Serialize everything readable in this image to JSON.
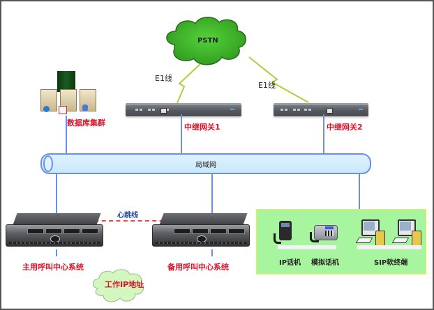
{
  "diagram": {
    "title": "呼叫中心网络拓扑",
    "nodes": {
      "pstn": {
        "label": "PSTN",
        "icon": "cloud-icon",
        "color": "#3db82a"
      },
      "database_cluster": {
        "label": "数据库集群",
        "icon": "server-cluster-icon"
      },
      "trunk_gateway_1": {
        "label": "中继网关1",
        "icon": "gateway-icon"
      },
      "trunk_gateway_2": {
        "label": "中继网关2",
        "icon": "gateway-icon"
      },
      "lan": {
        "label": "局域网",
        "icon": "network-pipe-icon"
      },
      "primary_call_center": {
        "label": "主用呼叫中心系统",
        "icon": "rack-server-icon"
      },
      "backup_call_center": {
        "label": "备用呼叫中心系统",
        "icon": "rack-server-icon"
      },
      "work_ip": {
        "label": "工作IP地址",
        "icon": "cloud-icon",
        "color": "#d4f7c0"
      },
      "terminals": {
        "ip_phone": {
          "label": "IP话机",
          "icon": "ip-phone-icon"
        },
        "analog_phone": {
          "label": "模拟话机",
          "icon": "analog-phone-icon"
        },
        "sip_softphone": {
          "label": "SIP软终端",
          "icon": "computer-icon"
        }
      }
    },
    "links": {
      "e1_left": {
        "label": "E1线"
      },
      "e1_right": {
        "label": "E1线"
      },
      "heartbeat": {
        "label": "心跳线",
        "color": "#e04848"
      }
    },
    "colors": {
      "label_red": "#d8142a",
      "lan_border": "#6a8fe8",
      "lan_fill": "#d4ecfc",
      "terminal_area": "#a8f5a0",
      "heartbeat_label": "#2a4aa0"
    }
  }
}
